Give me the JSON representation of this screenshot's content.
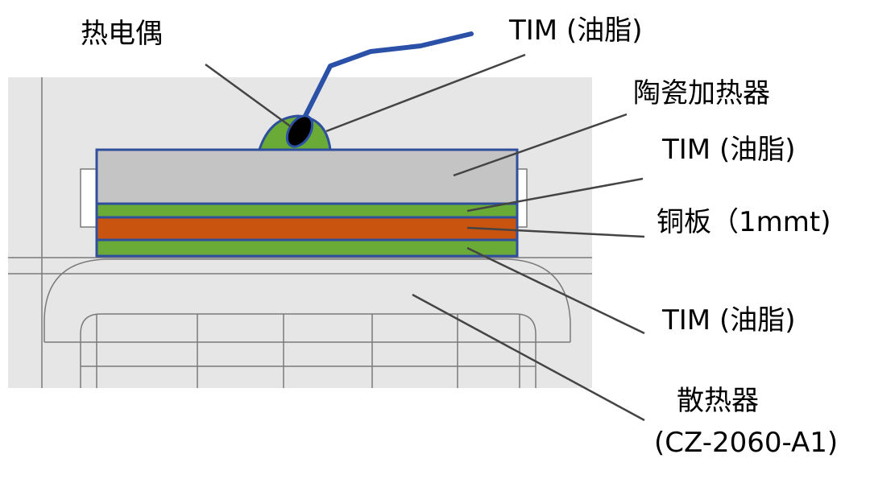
{
  "labels": {
    "thermocouple": "热电偶",
    "tim_top": "TIM (油脂)",
    "ceramic_heater": "陶瓷加热器",
    "tim_mid": "TIM (油脂)",
    "copper_plate": "铜板（1mmt)",
    "tim_bottom": "TIM (油脂)",
    "heatsink_name": "散热器",
    "heatsink_model": "(CZ-2060-A1)"
  },
  "colors": {
    "background_panel": "#e6e6e6",
    "ceramic_heater": "#c4c4c4",
    "tim_grease": "#6aab38",
    "copper": "#c85410",
    "outline_blue": "#2f4f9c",
    "wire_blue": "#2a50a8",
    "leader_line": "#444444",
    "grid_line": "#7a7a7a"
  }
}
